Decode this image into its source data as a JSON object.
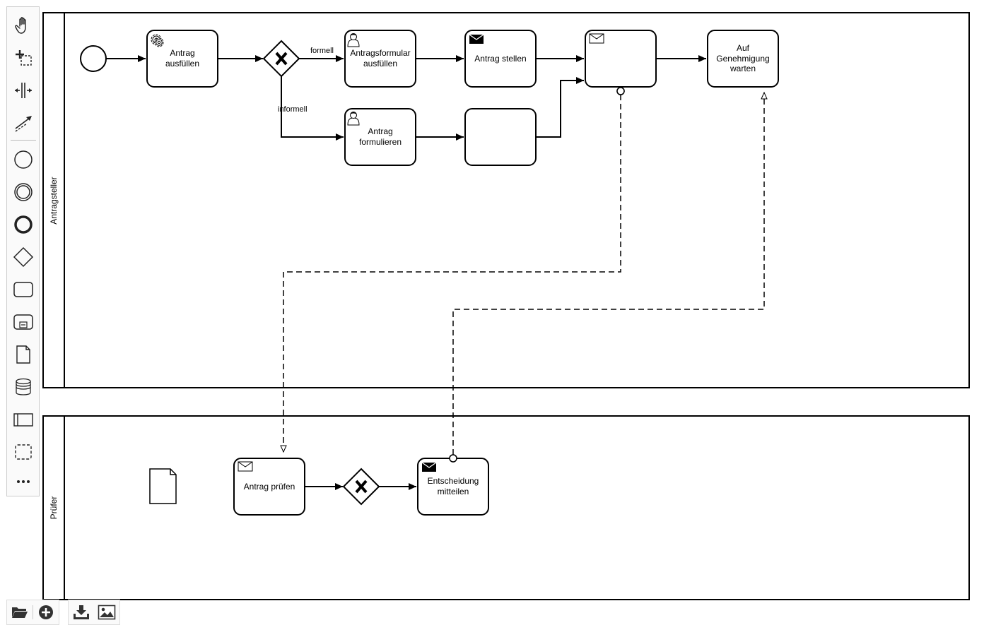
{
  "lanes": {
    "applicant": "Antragsteller",
    "reviewer": "Prüfer"
  },
  "tasks": {
    "fill_form_l1": "Antrag",
    "fill_form_l2": "ausfüllen",
    "formal_form_l1": "Antragsformular",
    "formal_form_l2": "ausfüllen",
    "submit": "Antrag stellen",
    "formulate_l1": "Antrag",
    "formulate_l2": "formulieren",
    "wait_l1": "Auf",
    "wait_l2": "Genehmigung",
    "wait_l3": "warten",
    "review": "Antrag prüfen",
    "decide_l1": "Entscheidung",
    "decide_l2": "mitteilen"
  },
  "flow_labels": {
    "formal": "formell",
    "informal": "informell"
  },
  "palette": {
    "tools": [
      "hand-tool-icon",
      "lasso-tool-icon",
      "space-tool-icon",
      "connect-tool-icon",
      "start-event-icon",
      "intermediate-event-icon",
      "end-event-icon",
      "gateway-icon",
      "task-icon",
      "subprocess-icon",
      "data-object-icon",
      "data-store-icon",
      "pool-icon",
      "group-icon",
      "more-icon"
    ]
  },
  "bottom_toolbar": {
    "buttons": [
      "open-folder-icon",
      "new-diagram-icon",
      "download-icon",
      "export-image-icon"
    ]
  }
}
